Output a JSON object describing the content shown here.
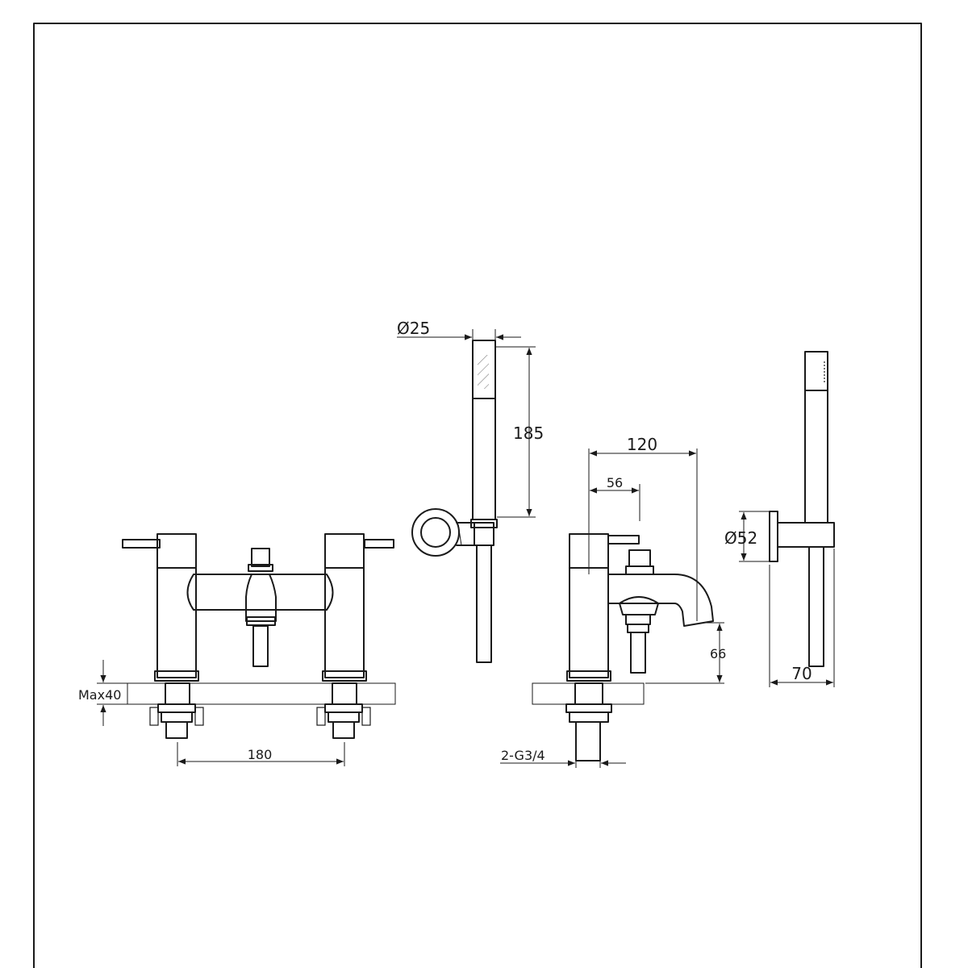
{
  "dimensions": {
    "shower_head_diameter": "Ø25",
    "handset_length": "185",
    "spout_reach": "120",
    "handle_offset": "56",
    "wall_bracket_diameter": "Ø52",
    "spout_height": "66",
    "bracket_projection": "70",
    "max_deck_thickness": "Max40",
    "tap_centres": "180",
    "inlet_thread": "2-G3/4"
  }
}
